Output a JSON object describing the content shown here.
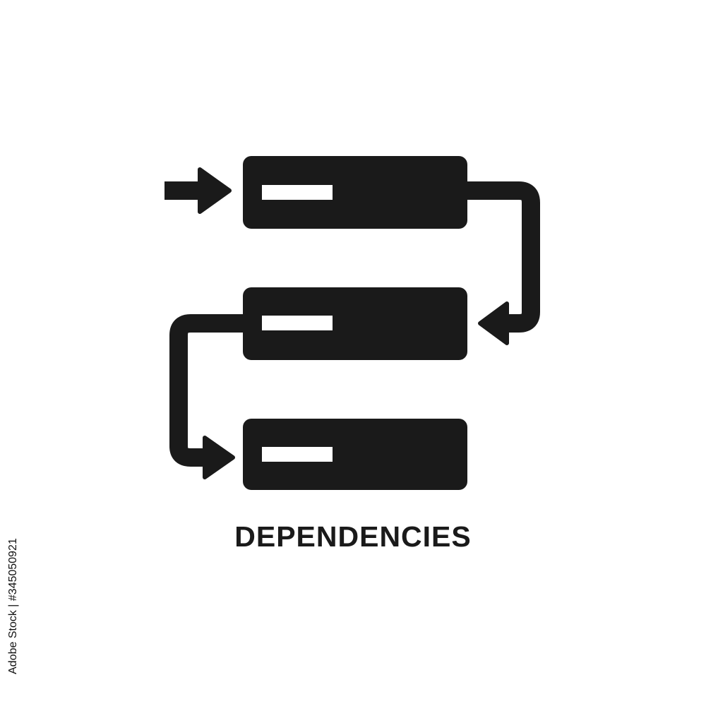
{
  "caption": "DEPENDENCIES",
  "stock_id": "Adobe Stock | #345050921",
  "icon": {
    "name": "dependencies-icon",
    "color": "#1a1a1a",
    "slot_color": "#ffffff",
    "boxes": 3
  }
}
